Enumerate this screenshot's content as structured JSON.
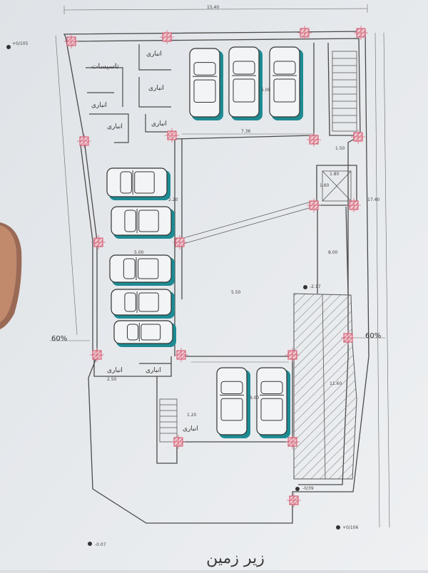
{
  "plan": {
    "title": "زیر زمین",
    "overall_width_dim": "15.40",
    "overall_height_dim": "17.40",
    "ramp_slope_left": "60%",
    "ramp_slope_right": "60%"
  },
  "levels": {
    "top_left": "+0/105",
    "ramp_top": "-2.17",
    "ramp_bottom": "-0/39",
    "bottom_center": "-0.07",
    "bottom_right": "+0/106"
  },
  "rooms": {
    "tasisat": "تاسیسات",
    "anbari_1": "انباری",
    "anbari_2": "انباری",
    "anbari_3": "انباری",
    "anbari_4": "انباری",
    "anbari_5": "انباری",
    "anbari_6": "انباری",
    "anbari_7": "انباری"
  },
  "dims": {
    "d_736": "7.36",
    "d_500_top": "5.00",
    "d_150": "1.50",
    "d_180": "1.80",
    "d_160": "1.60",
    "d_220": "2.20",
    "d_500_mid": "5.00",
    "d_550": "5.50",
    "d_800": "8.00",
    "d_600": "6.00",
    "d_250": "2.50",
    "d_120": "1.20",
    "d_1160": "11.60"
  },
  "colors": {
    "paper": "#eceef1",
    "line": "#4a4a4a",
    "column": "#d9667a",
    "car_shadow": "#1e8b93"
  }
}
